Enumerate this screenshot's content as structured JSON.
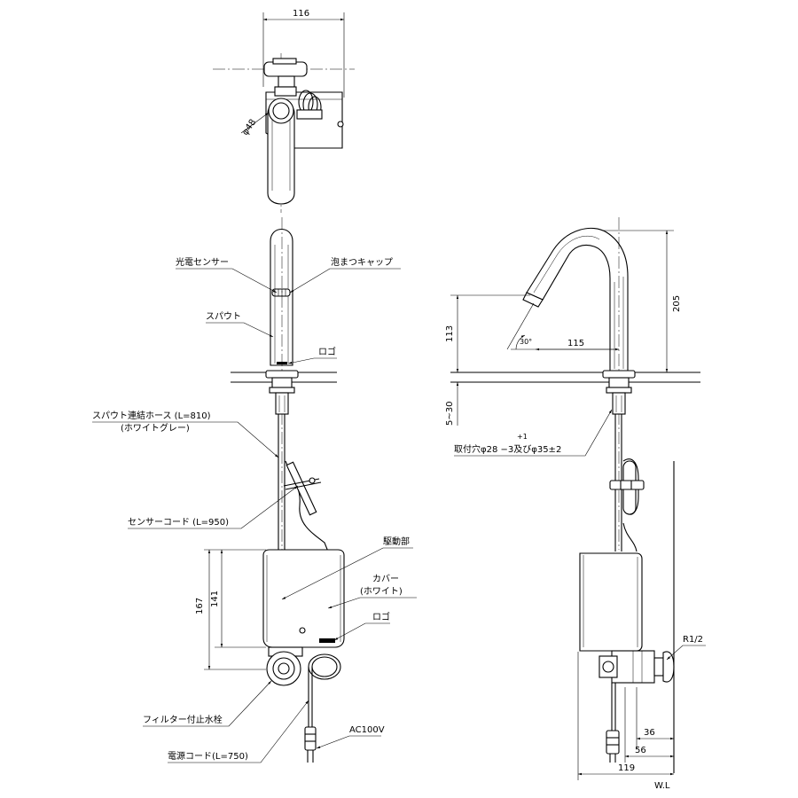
{
  "dimensions": {
    "top_width": "116",
    "top_diameter": "φ48",
    "height_205": "205",
    "height_113": "113",
    "range_5_30": "5~30",
    "reach_115": "115",
    "angle_30": "30°",
    "height_167": "167",
    "height_141": "141",
    "dim_36": "36",
    "dim_56": "56",
    "dim_119": "119",
    "hole_tolerance": "+1",
    "hole_spec": "取付穴φ28 −3及びφ35±2",
    "thread": "R1/2",
    "wall_line": "W.L"
  },
  "labels": {
    "sensor": "光電センサー",
    "aerator": "泡まつキャップ",
    "spout": "スパウト",
    "logo_top": "ロゴ",
    "hose": "スパウト連結ホース (L=810)",
    "hose_color": "(ホワイトグレー)",
    "sensor_cord": "センサーコード (L=950)",
    "drive_unit": "駆動部",
    "cover": "カバー",
    "cover_color": "(ホワイト)",
    "logo_bottom": "ロゴ",
    "filter_valve": "フィルター付止水栓",
    "power_cord": "電源コード(L=750)",
    "power_supply": "AC100V"
  }
}
